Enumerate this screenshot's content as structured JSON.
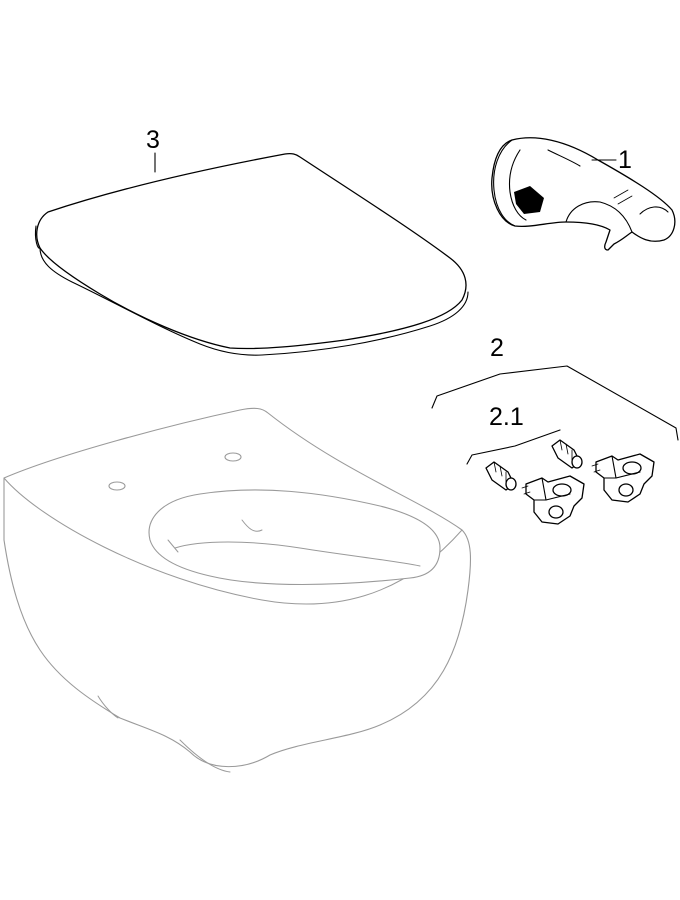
{
  "callouts": {
    "part_1": "1",
    "part_2": "2",
    "part_2_1": "2.1",
    "part_3": "3"
  },
  "parts": [
    {
      "id": "1",
      "icon": "hinge-cover"
    },
    {
      "id": "2",
      "icon": "fixing-set-bracket"
    },
    {
      "id": "2.1",
      "icon": "hinge-fixing-set"
    },
    {
      "id": "3",
      "icon": "toilet-seat-lid"
    }
  ]
}
